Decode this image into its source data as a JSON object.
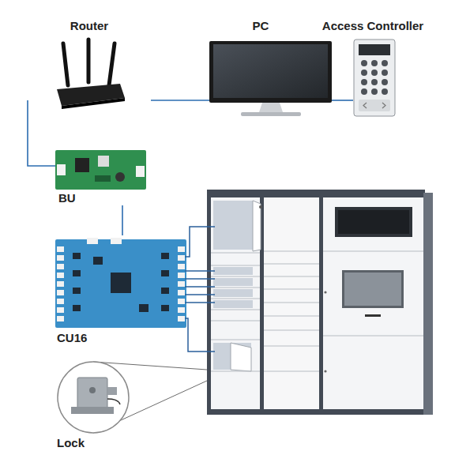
{
  "diagram": {
    "nodes": [
      {
        "text": [
          "Router"
        ]
      },
      {
        "text": [
          "PC"
        ]
      },
      {
        "text": [
          "Access Controller"
        ]
      },
      {
        "text": [
          "BU"
        ]
      },
      {
        "text": [
          "CU16"
        ]
      },
      {
        "text": [
          "Lock"
        ]
      }
    ],
    "edges": [
      {
        "from": 0,
        "to": 1,
        "arrow": "none"
      },
      {
        "from": 1,
        "to": 2,
        "arrow": "none"
      },
      {
        "from": 0,
        "to": 3,
        "arrow": "none"
      },
      {
        "from": 3,
        "to": 4,
        "arrow": "none"
      }
    ]
  }
}
